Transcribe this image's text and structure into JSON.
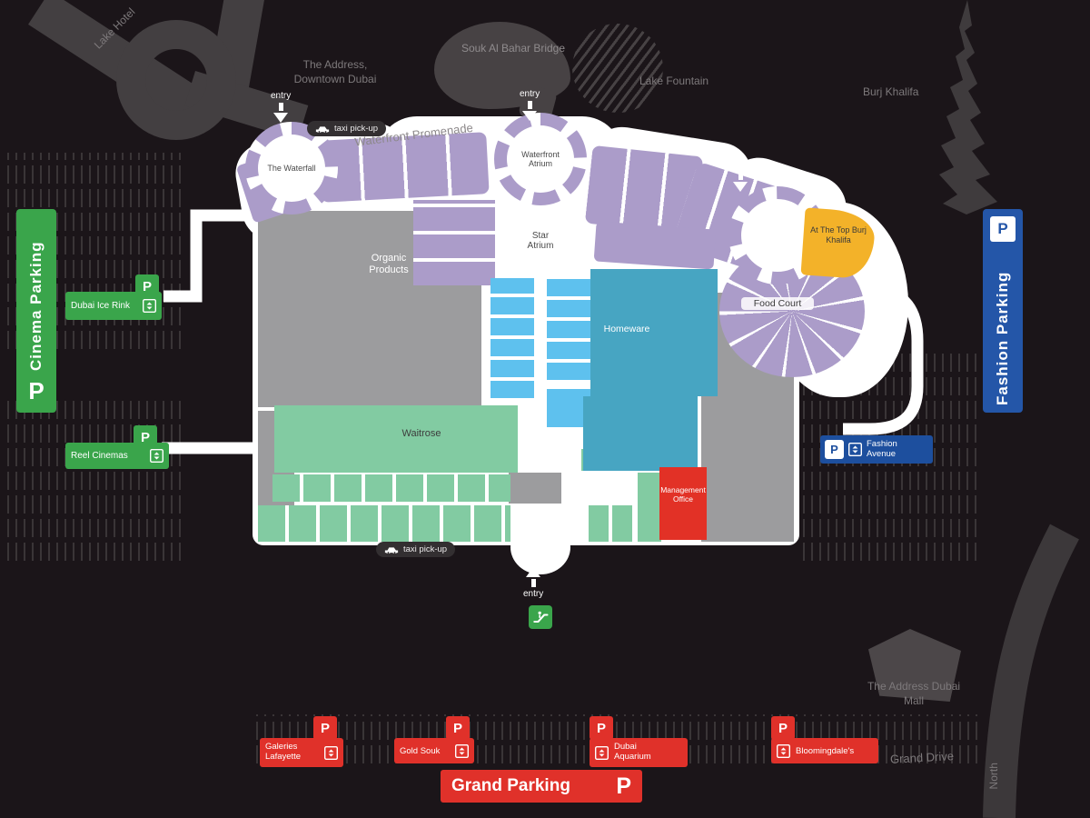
{
  "labels": {
    "lake_hotel": "Lake Hotel",
    "the_address_downtown": "The Address, Downtown Dubai",
    "souk_al_bahar": "Souk Al Bahar Bridge",
    "lake_fountain": "Lake Fountain",
    "burj_khalifa": "Burj Khalifa",
    "waterfront_promenade": "Waterfront Promenade",
    "the_address_dubai_mall": "The Address Dubai Mall",
    "grand_drive": "Grand Drive",
    "north": "North"
  },
  "mall": {
    "the_waterfall": "The Waterfall",
    "waterfront_atrium": "Waterfront Atrium",
    "star_atrium": "Star Atrium",
    "organic_products": "Organic Products",
    "waitrose": "Waitrose",
    "homeware": "Homeware",
    "food_court": "Food Court",
    "at_the_top": "At The Top Burj Khalifa",
    "management_office": "Management Office",
    "entry": "entry",
    "taxi_pickup": "taxi pick-up"
  },
  "parking": {
    "p": "P",
    "cinema": "Cinema Parking",
    "fashion": "Fashion Parking",
    "grand": "Grand Parking",
    "dubai_ice_rink": "Dubai Ice Rink",
    "reel_cinemas": "Reel Cinemas",
    "fashion_avenue": "Fashion Avenue",
    "galeries_lafayette": "Galeries Lafayette",
    "gold_souk": "Gold Souk",
    "dubai_aquarium": "Dubai Aquarium",
    "bloomingdales": "Bloomingdale's"
  },
  "colors": {
    "background": "#1b1519",
    "retail_purple": "#ab9cc9",
    "anchor_gray": "#9c9c9e",
    "green_store": "#82cba2",
    "blue_store": "#5ec1ee",
    "teal_store": "#47a5c2",
    "highlight_yellow": "#f3b229",
    "office_red": "#e23126",
    "parking_green": "#3aa54b",
    "parking_blue": "#2456a8",
    "parking_red": "#e0312a"
  }
}
